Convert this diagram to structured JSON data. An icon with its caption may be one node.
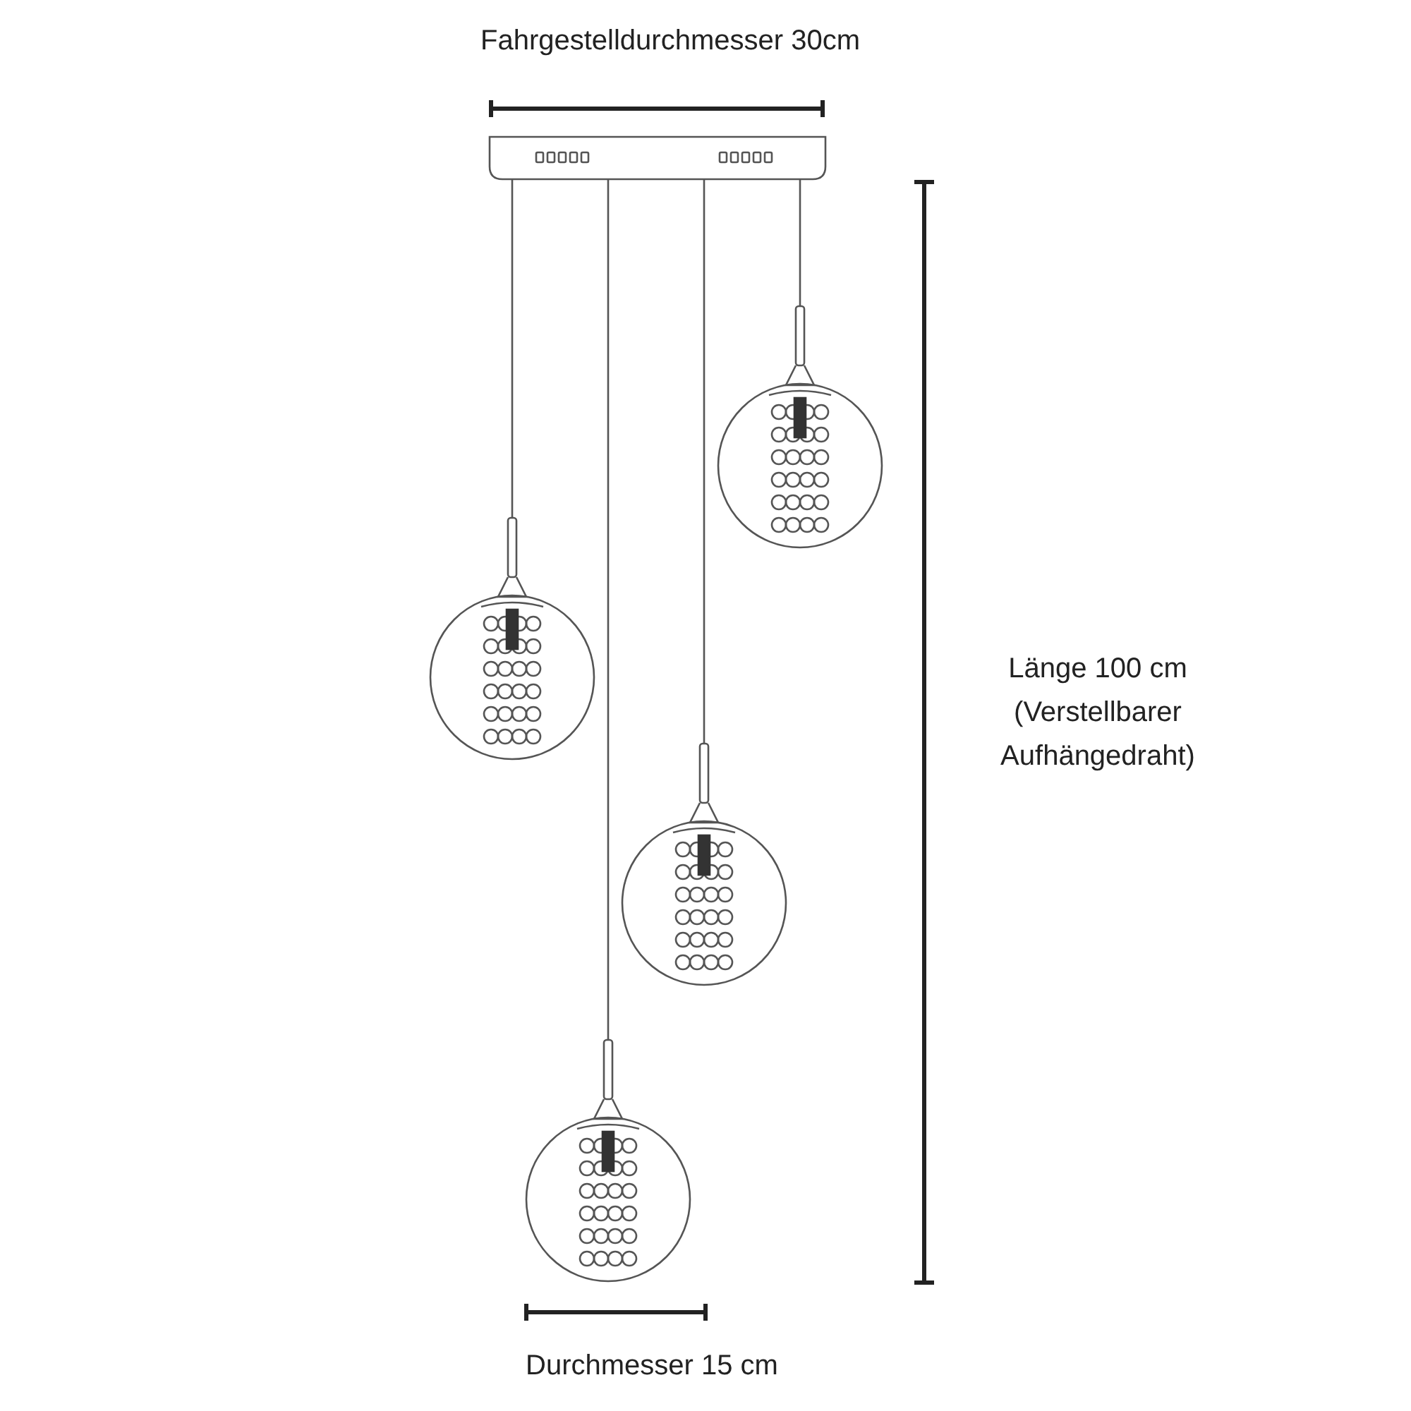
{
  "diagram": {
    "labels": [
      "Fahrgestelldurchmesser 30cm",
      "Länge 100 cm (Verstellbarer Aufhängedraht)",
      "Durchmesser 15 cm"
    ]
  }
}
